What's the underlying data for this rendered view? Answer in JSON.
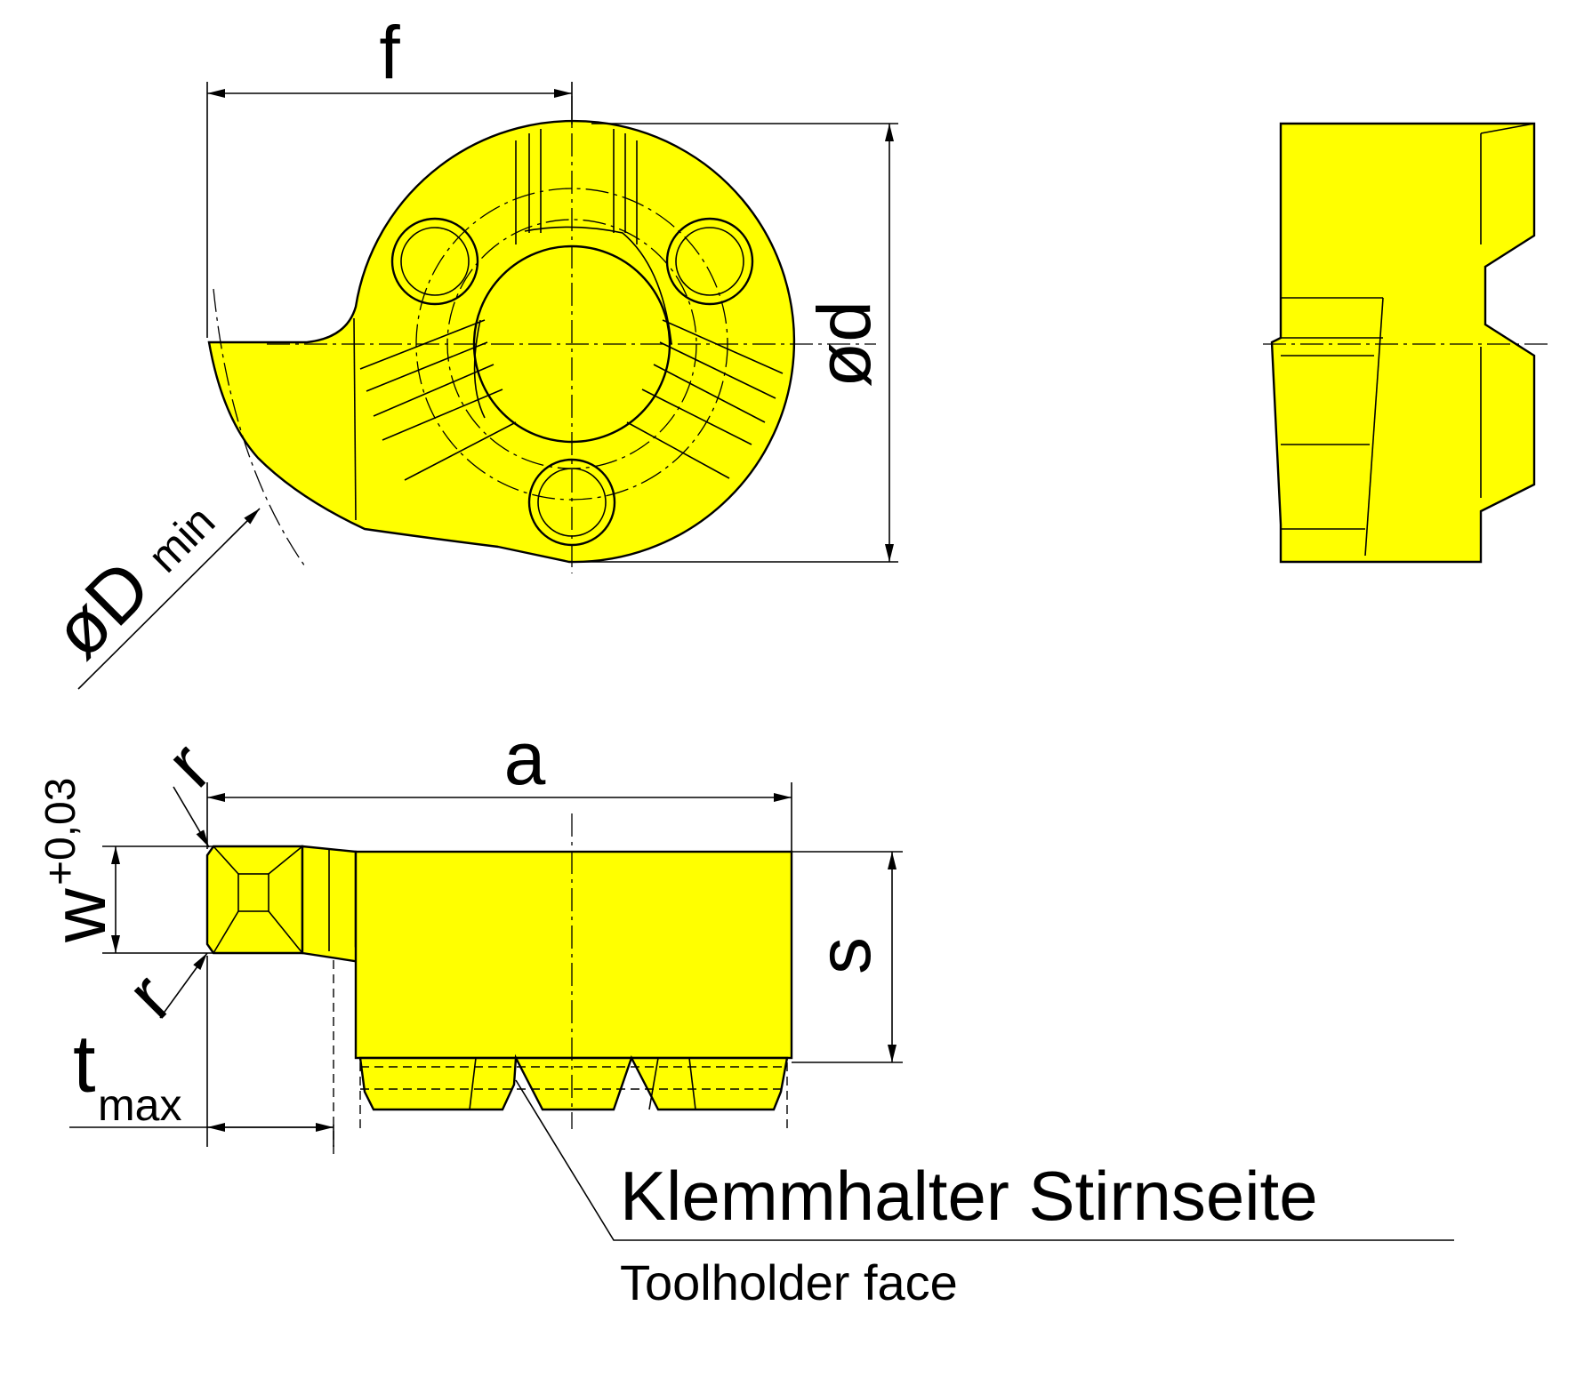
{
  "labels": {
    "f": "f",
    "d_symbol": "ød",
    "D_symbol": "øD",
    "D_sub": "min",
    "a": "a",
    "r_top": "r",
    "r_bottom": "r",
    "w": "w",
    "w_tol": "+0,03",
    "s": "s",
    "t": "t",
    "t_sub": "max",
    "caption_de": "Klemmhalter Stirnseite",
    "caption_en": "Toolholder face"
  },
  "colors": {
    "insert_fill": "#ffff00",
    "line": "#000000"
  }
}
